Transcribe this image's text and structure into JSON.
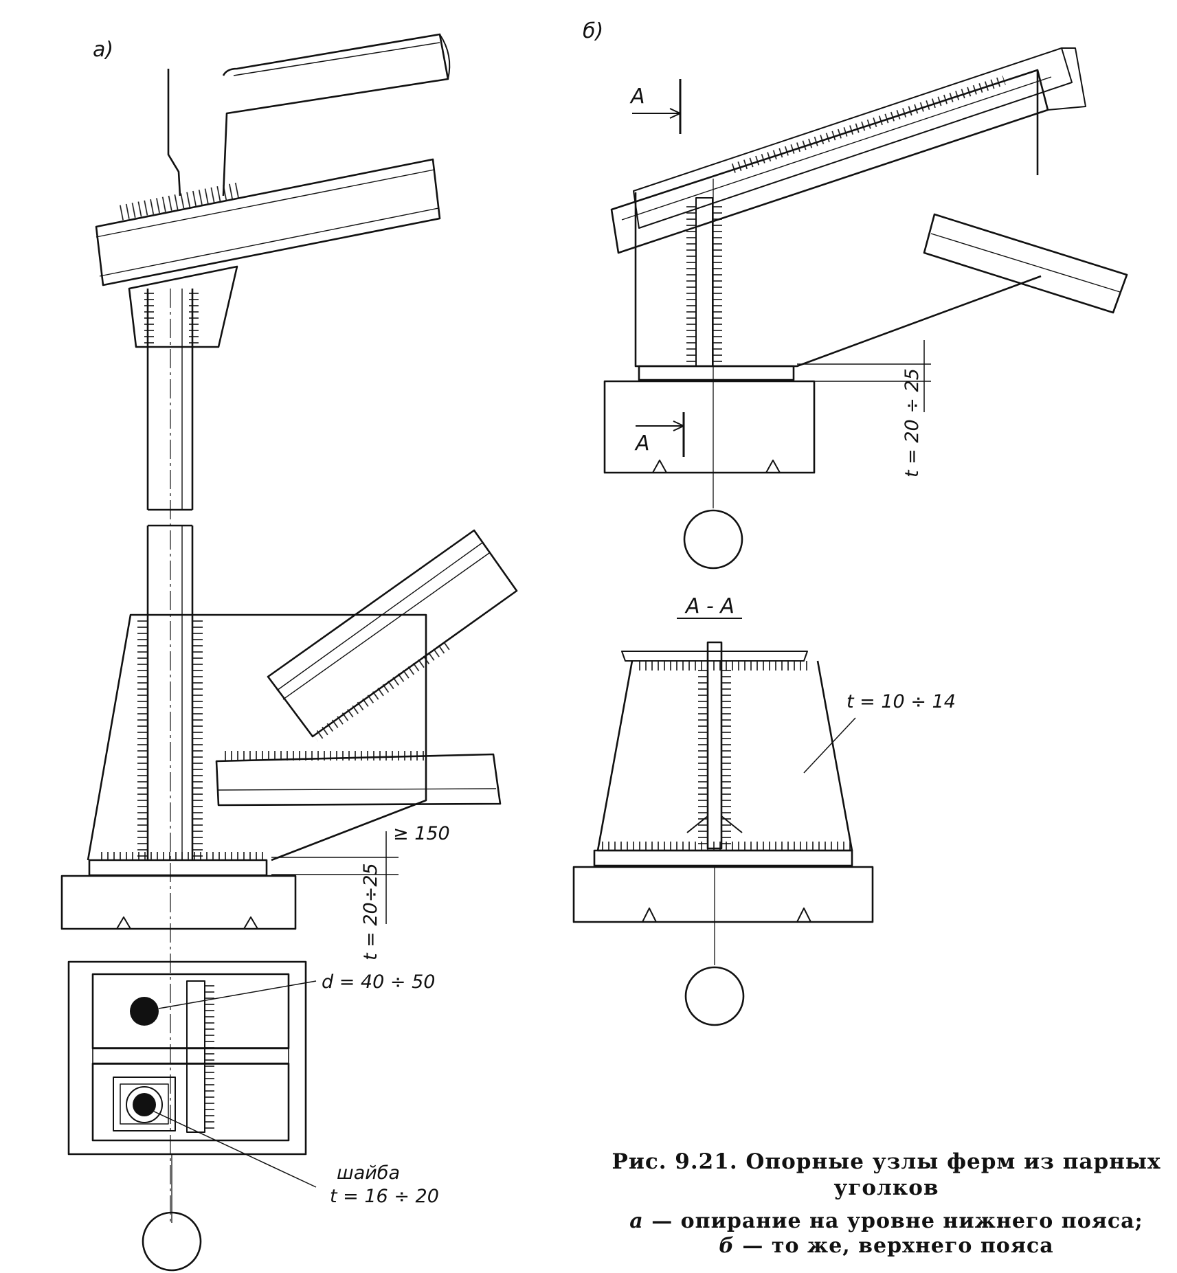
{
  "panels": {
    "a": {
      "label": "а)"
    },
    "b": {
      "label": "б)"
    }
  },
  "section": {
    "arrow_letter": "А",
    "title": "А - А"
  },
  "dimensions": {
    "a_gap": "≥ 150",
    "a_plate": "t = 20÷25",
    "a_bolt": "d = 40 ÷ 50",
    "a_washer_name": "шайба",
    "a_washer_t": "t = 16 ÷ 20",
    "b_plate": "t = 20 ÷ 25",
    "aa_gusset": "t = 10 ÷ 14"
  },
  "caption": {
    "title_line1": "Рис. 9.21. Опорные узлы ферм из парных",
    "title_line2": "уголков",
    "legend_a_key": "а",
    "legend_a_text": " — опирание на уровне нижнего пояса;",
    "legend_b_key": "б",
    "legend_b_text": " — то же, верхнего пояса"
  },
  "colors": {
    "ink": "#111111",
    "paper": "#ffffff"
  }
}
